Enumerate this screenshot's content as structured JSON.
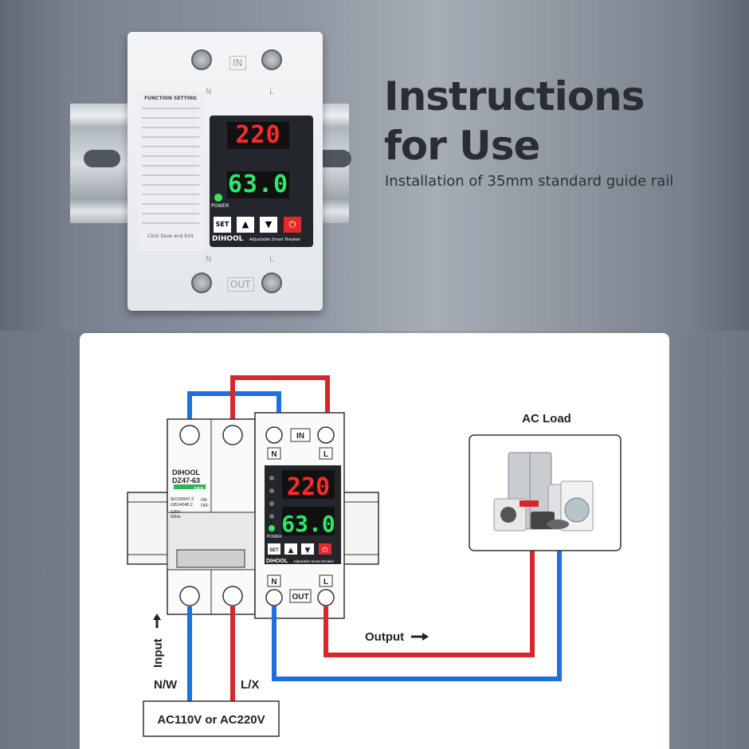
{
  "hero": {
    "title_line1": "Instructions",
    "title_line2": "for Use",
    "subtitle": "Installation of 35mm standard guide rail"
  },
  "photo_device": {
    "brand": "DIHOOL",
    "model_label": "Adjustable Smart Breaker",
    "voltage_display": "220",
    "current_display": "63.0",
    "in_label": "IN",
    "out_label": "OUT",
    "n_label": "N",
    "l_label": "L",
    "set_label": "SET",
    "power_label": "POWER",
    "function_setting": "FUNCTION SETTING",
    "click_save": "Click Save and Exit"
  },
  "diagram": {
    "ac_load_label": "AC Load",
    "output_label": "Output",
    "input_label": "Input",
    "neutral_label": "N/W",
    "line_label": "L/X",
    "source_label": "AC110V or AC220V",
    "mcb": {
      "brand": "DIHOOL",
      "model": "DZ47-63",
      "rating": "16A",
      "std1": "IEC60947-2",
      "std2": "GB14048.2",
      "v": "120V",
      "hz": "60Hz",
      "on": "ON",
      "off": "OFF"
    },
    "breaker": {
      "brand": "DIHOOL",
      "model_label": "Adjustable Smart Breaker",
      "voltage_display": "220",
      "current_display": "63.0",
      "in_label": "IN",
      "out_label": "OUT",
      "n_label": "N",
      "l_label": "L",
      "set_label": "SET",
      "power_label": "POWER"
    }
  },
  "colors": {
    "wire_red": "#d7262c",
    "wire_blue": "#1f6fe0",
    "display_red": "#ff2a2a",
    "display_green": "#2ee86a"
  }
}
